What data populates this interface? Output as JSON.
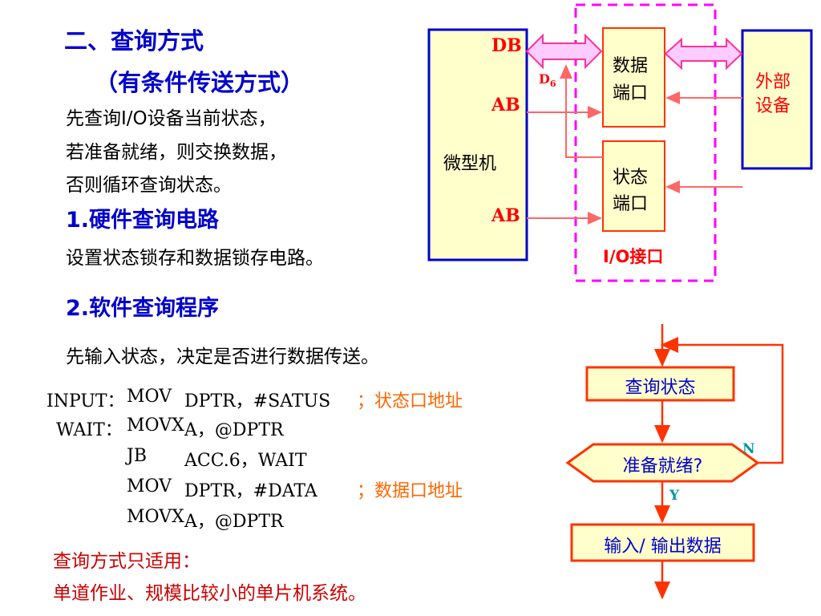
{
  "section": {
    "title": "二、查询方式",
    "subtitle": "（有条件传送方式）",
    "desc_lines": [
      "先查询I/O设备当前状态，",
      "若准备就绪，则交换数据，",
      "否则循环查询状态。"
    ]
  },
  "hardware": {
    "num": "1.",
    "heading": "硬件查询电路",
    "desc": "设置状态锁存和数据锁存电路。"
  },
  "software": {
    "num": "2.",
    "heading": "软件查询程序",
    "desc": "先输入状态，决定是否进行数据传送。"
  },
  "code": [
    {
      "label": "INPUT：",
      "op": "MOV",
      "args": "DPTR，#SATUS",
      "comment": "；状态口地址"
    },
    {
      "label": "WAIT：",
      "op": "MOVX",
      "args": "A，@DPTR",
      "comment": ""
    },
    {
      "label": "",
      "op": "JB",
      "args": "ACC.6，WAIT",
      "comment": ""
    },
    {
      "label": "",
      "op": "MOV",
      "args": "DPTR，#DATA",
      "comment": "；数据口地址"
    },
    {
      "label": "",
      "op": "MOVX",
      "args": "A，@DPTR",
      "comment": ""
    }
  ],
  "note": {
    "line1": "查询方式只适用：",
    "line2": "单道作业、规模比较小的单片机系统。"
  },
  "diagram": {
    "computer": "微型机",
    "db": "DB",
    "ab1": "AB",
    "ab2": "AB",
    "d6": "D",
    "d6_sub": "6",
    "data_port": [
      "数据",
      "端口"
    ],
    "status_port": [
      "状态",
      "端口"
    ],
    "external": [
      "外部",
      "设备"
    ],
    "io_label": "I/O接口"
  },
  "flowchart": {
    "step1": "查询状态",
    "decision": "准备就绪?",
    "no": "N",
    "yes": "Y",
    "step2": "输入/ 输出数据"
  },
  "colors": {
    "title_blue": "#0000cc",
    "comment_orange": "#ff6600",
    "box_fill": "#ffffcc",
    "box_border": "#ff3300",
    "computer_border": "#0000cc",
    "bus_fill": "#ffccff",
    "io_dashed": "#ff00ff",
    "flow_red": "#ff3300",
    "yn_teal": "#009999"
  }
}
